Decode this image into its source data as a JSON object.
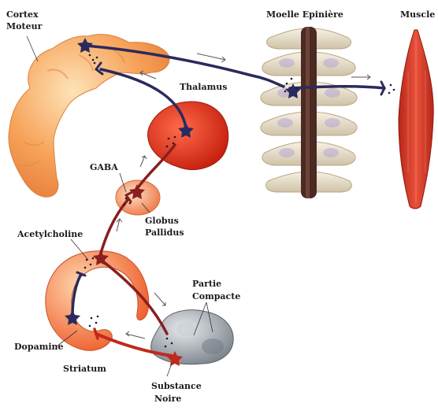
{
  "labels": {
    "cortex_l1": "Cortex",
    "cortex_l2": "Moteur",
    "spinal_cord": "Moelle Epinière",
    "muscle": "Muscle",
    "thalamus": "Thalamus",
    "gaba": "GABA",
    "globus_l1": "Globus",
    "globus_l2": "Pallidus",
    "acetylcholine": "Acetylcholine",
    "partie_l1": "Partie",
    "partie_l2": "Compacte",
    "dopamine": "Dopamine",
    "striatum": "Striatum",
    "substance_l1": "Substance",
    "substance_l2": "Noire"
  },
  "colors": {
    "cortex": "#f7a35a",
    "thalamus": "#e8301f",
    "globus": "#f08a5c",
    "striatum": "#f27a3a",
    "substantia": "#9aa0a6",
    "muscle": "#d93a24",
    "spine": "#4a2a22",
    "vertebra": "#ede3cf",
    "pathway_dark": "#2b2a5e",
    "pathway_red": "#8a1f1f",
    "pathway_bright_red": "#c0291c"
  }
}
